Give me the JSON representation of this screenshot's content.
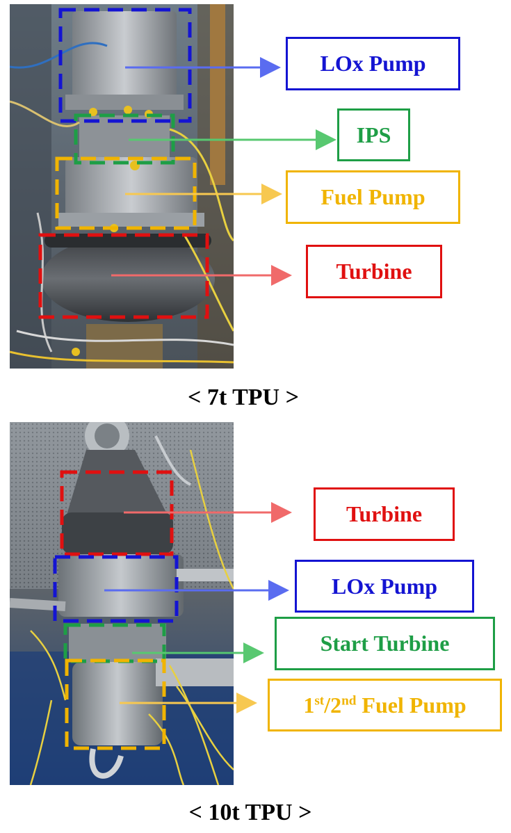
{
  "colors": {
    "blue": "#1414d2",
    "green": "#1e9e46",
    "yellow": "#f0b400",
    "red": "#e01010",
    "arrow_blue": "#5a6cf0",
    "arrow_green": "#58c870",
    "arrow_yellow": "#f7c850",
    "arrow_red": "#f06a6a"
  },
  "tpu7": {
    "caption": "< 7t TPU >",
    "labels": {
      "lox_pump": "LOx Pump",
      "ips": "IPS",
      "fuel_pump": "Fuel Pump",
      "turbine": "Turbine"
    }
  },
  "tpu10": {
    "caption": "< 10t TPU >",
    "labels": {
      "turbine": "Turbine",
      "lox_pump": "LOx Pump",
      "start_turbine": "Start Turbine",
      "fuel_pump_1": "1",
      "fuel_pump_sup1": "st",
      "fuel_pump_sep": "/2",
      "fuel_pump_sup2": "nd",
      "fuel_pump_tail": " Fuel Pump"
    }
  }
}
